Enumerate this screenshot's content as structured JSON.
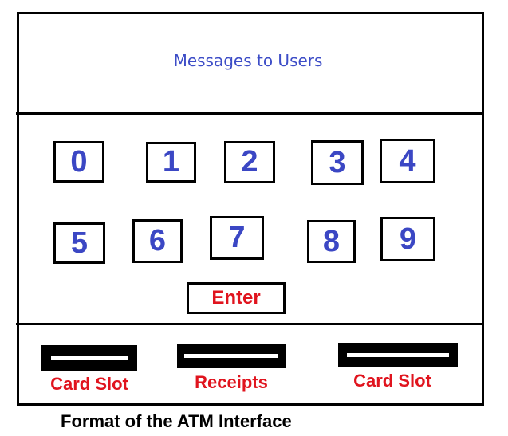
{
  "header": {
    "message": "Messages to Users"
  },
  "keypad": {
    "keys": [
      "0",
      "1",
      "2",
      "3",
      "4",
      "5",
      "6",
      "7",
      "8",
      "9"
    ],
    "enter_label": "Enter"
  },
  "slots": {
    "card_slot_left": "Card Slot",
    "receipts": "Receipts",
    "card_slot_right": "Card Slot"
  },
  "caption": "Format of the ATM Interface",
  "colors": {
    "message": "#3d4dc7",
    "keys": "#3b47c4",
    "labels": "#e0141e"
  }
}
